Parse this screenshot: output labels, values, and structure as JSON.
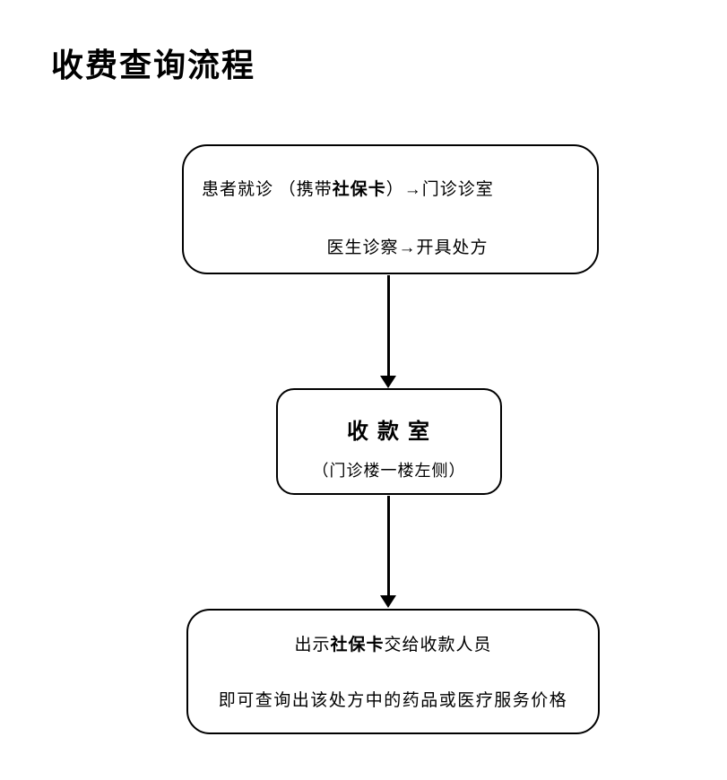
{
  "page": {
    "title": "收费查询流程"
  },
  "flowchart": {
    "node1": {
      "line1_prefix": "患者就诊 （携带",
      "line1_bold": "社保卡",
      "line1_suffix": "）→门诊诊室",
      "line2": "医生诊察→开具处方"
    },
    "node2": {
      "title": "收 款 室",
      "subtitle": "（门诊楼一楼左侧）"
    },
    "node3": {
      "line1_prefix": "出示",
      "line1_bold": "社保卡",
      "line1_suffix": "交给收款人员",
      "line2": "即可查询出该处方中的药品或医疗服务价格"
    }
  },
  "colors": {
    "ink": "#000000",
    "background": "#ffffff"
  }
}
